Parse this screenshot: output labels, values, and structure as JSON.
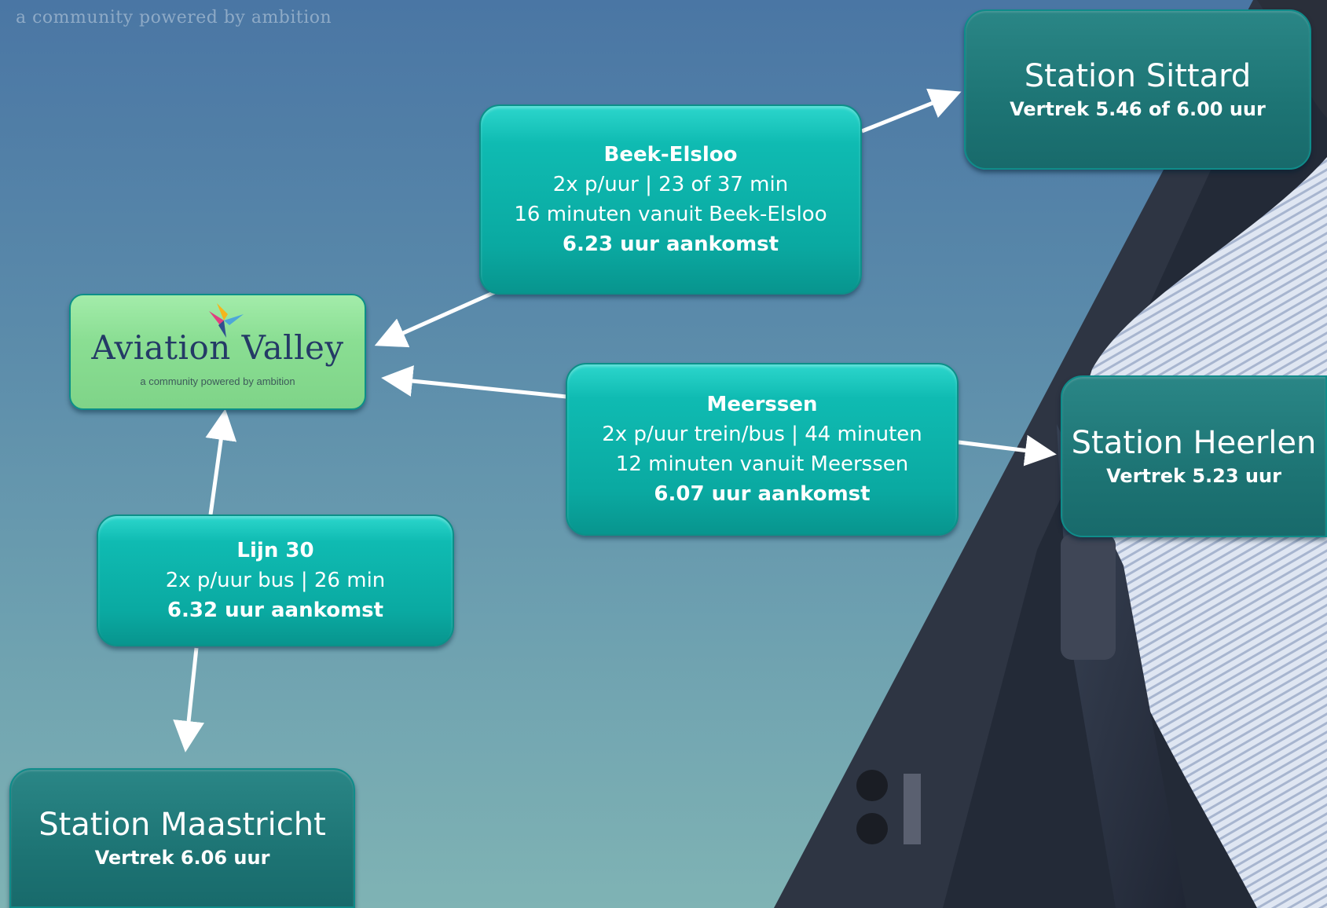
{
  "header": {
    "tagline_top": "a community powered by ambition"
  },
  "logo": {
    "wordmark": "Aviation Valley",
    "tagline": "a community powered by ambition",
    "icon": "pinwheel-icon"
  },
  "routes": {
    "beek_elsloo": {
      "title": "Beek-Elsloo",
      "line1": "2x p/uur | 23 of 37 min",
      "line2": "16 minuten vanuit Beek-Elsloo",
      "arrival": "6.23 uur aankomst"
    },
    "meerssen": {
      "title": "Meerssen",
      "line1": "2x p/uur trein/bus | 44 minuten",
      "line2": "12 minuten vanuit Meerssen",
      "arrival": "6.07 uur aankomst"
    },
    "lijn30": {
      "title": "Lijn 30",
      "line1": "2x p/uur bus | 26 min",
      "arrival": "6.32 uur aankomst"
    }
  },
  "stations": {
    "sittard": {
      "name": "Station Sittard",
      "departure": "Vertrek 5.46 of 6.00 uur"
    },
    "heerlen": {
      "name": "Station Heerlen",
      "departure": "Vertrek 5.23 uur"
    },
    "maastricht": {
      "name": "Station Maastricht",
      "departure": "Vertrek 6.06 uur"
    }
  },
  "colors": {
    "route_box": "#0fbbb2",
    "station_box": "#1d7474",
    "logo_box": "#8ade93",
    "arrow": "#ffffff"
  }
}
